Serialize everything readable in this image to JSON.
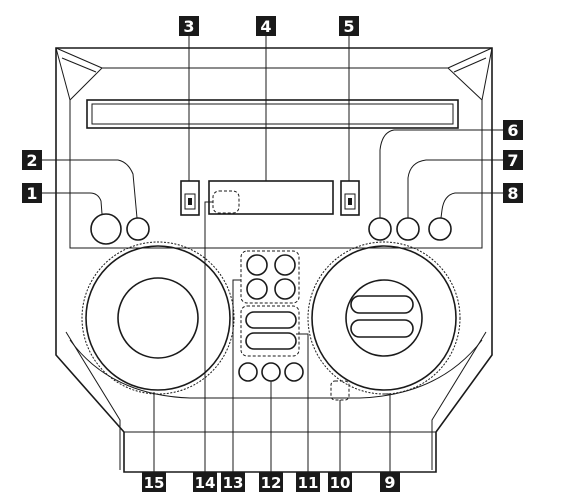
{
  "callouts": [
    {
      "id": "callout-1",
      "label": "1"
    },
    {
      "id": "callout-2",
      "label": "2"
    },
    {
      "id": "callout-3",
      "label": "3"
    },
    {
      "id": "callout-4",
      "label": "4"
    },
    {
      "id": "callout-5",
      "label": "5"
    },
    {
      "id": "callout-6",
      "label": "6"
    },
    {
      "id": "callout-7",
      "label": "7"
    },
    {
      "id": "callout-8",
      "label": "8"
    },
    {
      "id": "callout-9",
      "label": "9"
    },
    {
      "id": "callout-10",
      "label": "10"
    },
    {
      "id": "callout-11",
      "label": "11"
    },
    {
      "id": "callout-12",
      "label": "12"
    },
    {
      "id": "callout-13",
      "label": "13"
    },
    {
      "id": "callout-14",
      "label": "14"
    },
    {
      "id": "callout-15",
      "label": "15"
    }
  ],
  "colors": {
    "badge": "#1a1a1a",
    "line": "#1a1a1a",
    "background": "#ffffff"
  }
}
